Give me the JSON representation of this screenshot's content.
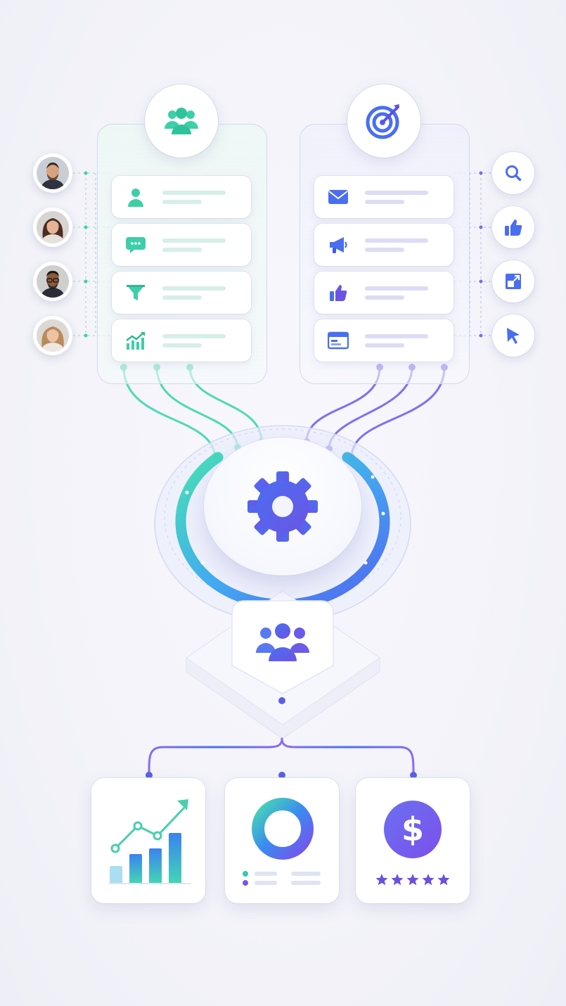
{
  "colors": {
    "accent_green": "#3dcfa8",
    "accent_blue": "#4a6ef0",
    "accent_purple": "#7b5cf0",
    "star_purple": "#6b4fe0"
  },
  "left_panel": {
    "hub_icon": "users-group-icon",
    "rows": [
      {
        "icon": "user-icon"
      },
      {
        "icon": "chat-bubble-icon"
      },
      {
        "icon": "funnel-icon"
      },
      {
        "icon": "growth-chart-icon"
      }
    ],
    "avatars": [
      "person-1",
      "person-2",
      "person-3",
      "person-4"
    ]
  },
  "right_panel": {
    "hub_icon": "target-icon",
    "rows": [
      {
        "icon": "mail-icon"
      },
      {
        "icon": "megaphone-icon"
      },
      {
        "icon": "thumbs-up-icon"
      },
      {
        "icon": "browser-window-icon"
      }
    ],
    "side_buttons": [
      "search-icon",
      "like-icon",
      "expand-icon",
      "cursor-icon"
    ]
  },
  "center": {
    "engine_icon": "gear-icon",
    "audience_icon": "audience-icon"
  },
  "outputs": [
    {
      "name": "growth-chart",
      "bar_values": [
        0.25,
        0.42,
        0.5,
        0.72
      ]
    },
    {
      "name": "donut-chart"
    },
    {
      "name": "revenue",
      "symbol": "$",
      "stars": 5
    }
  ]
}
